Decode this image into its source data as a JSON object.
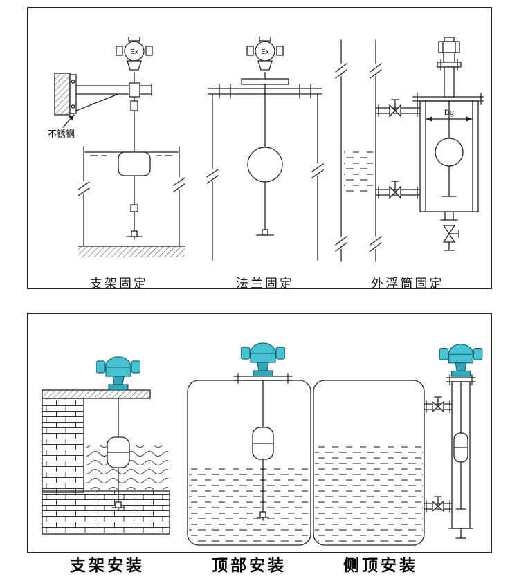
{
  "colors": {
    "line": "#222222",
    "transmitter_teal": "#46c3d3",
    "transmitter_teal_dark": "#2fa9bd"
  },
  "top_panel": {
    "figures": [
      {
        "caption": "支架固定",
        "device_label": "Ex",
        "note_label": "不锈钢"
      },
      {
        "caption": "法兰固定",
        "device_label": "Ex"
      },
      {
        "caption": "外浮筒固定",
        "dim_label": "Dg"
      }
    ]
  },
  "bottom_panel": {
    "figures": [
      {
        "caption": "支架安装"
      },
      {
        "caption": "顶部安装"
      },
      {
        "caption": "侧顶安装"
      }
    ]
  }
}
